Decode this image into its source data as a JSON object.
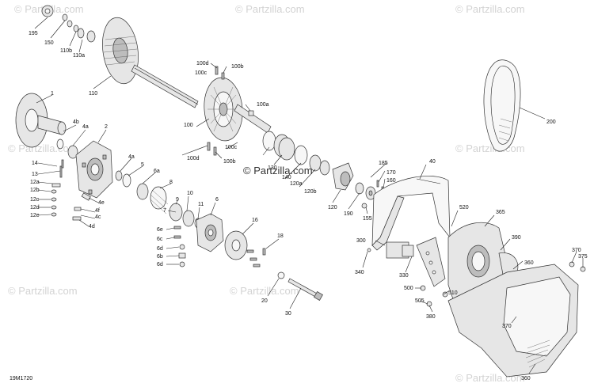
{
  "watermark": "© Partzilla.com",
  "watermark_center": "© Partzilla.com",
  "diagram_code": "19M1720",
  "callouts": [
    {
      "id": "195",
      "label": "195"
    },
    {
      "id": "150",
      "label": "150"
    },
    {
      "id": "110b",
      "label": "110b"
    },
    {
      "id": "110a",
      "label": "110a"
    },
    {
      "id": "110",
      "label": "110"
    },
    {
      "id": "100d-top",
      "label": "100d"
    },
    {
      "id": "100b-top",
      "label": "100b"
    },
    {
      "id": "100c-top",
      "label": "100c"
    },
    {
      "id": "100",
      "label": "100"
    },
    {
      "id": "100a",
      "label": "100a"
    },
    {
      "id": "100c-bot",
      "label": "100c"
    },
    {
      "id": "100d-bot",
      "label": "100d"
    },
    {
      "id": "100b-bot",
      "label": "100b"
    },
    {
      "id": "130",
      "label": "130"
    },
    {
      "id": "140",
      "label": "140"
    },
    {
      "id": "120a",
      "label": "120a"
    },
    {
      "id": "120b",
      "label": "120b"
    },
    {
      "id": "120",
      "label": "120"
    },
    {
      "id": "185",
      "label": "185"
    },
    {
      "id": "170",
      "label": "170"
    },
    {
      "id": "160",
      "label": "160"
    },
    {
      "id": "190",
      "label": "190"
    },
    {
      "id": "155",
      "label": "155"
    },
    {
      "id": "40",
      "label": "40"
    },
    {
      "id": "200",
      "label": "200"
    },
    {
      "id": "1",
      "label": "1"
    },
    {
      "id": "4b",
      "label": "4b"
    },
    {
      "id": "4a-top",
      "label": "4a"
    },
    {
      "id": "2",
      "label": "2"
    },
    {
      "id": "14",
      "label": "14"
    },
    {
      "id": "13",
      "label": "13"
    },
    {
      "id": "12a",
      "label": "12a"
    },
    {
      "id": "12b",
      "label": "12b"
    },
    {
      "id": "12c",
      "label": "12c"
    },
    {
      "id": "12d",
      "label": "12d"
    },
    {
      "id": "12e",
      "label": "12e"
    },
    {
      "id": "4e",
      "label": "4e"
    },
    {
      "id": "4f",
      "label": "4f"
    },
    {
      "id": "4c",
      "label": "4c"
    },
    {
      "id": "4d",
      "label": "4d"
    },
    {
      "id": "4a-mid",
      "label": "4a"
    },
    {
      "id": "5",
      "label": "5"
    },
    {
      "id": "6a",
      "label": "6a"
    },
    {
      "id": "8",
      "label": "8"
    },
    {
      "id": "9",
      "label": "9"
    },
    {
      "id": "10",
      "label": "10"
    },
    {
      "id": "7",
      "label": "7"
    },
    {
      "id": "11",
      "label": "11"
    },
    {
      "id": "6",
      "label": "6"
    },
    {
      "id": "6e",
      "label": "6e"
    },
    {
      "id": "6c",
      "label": "6c"
    },
    {
      "id": "6d-1",
      "label": "6d"
    },
    {
      "id": "6b",
      "label": "6b"
    },
    {
      "id": "6d-2",
      "label": "6d"
    },
    {
      "id": "16",
      "label": "16"
    },
    {
      "id": "18",
      "label": "18"
    },
    {
      "id": "20",
      "label": "20"
    },
    {
      "id": "30",
      "label": "30"
    },
    {
      "id": "520",
      "label": "520"
    },
    {
      "id": "365",
      "label": "365"
    },
    {
      "id": "300",
      "label": "300"
    },
    {
      "id": "390",
      "label": "390"
    },
    {
      "id": "370",
      "label": "370"
    },
    {
      "id": "375",
      "label": "375"
    },
    {
      "id": "340",
      "label": "340"
    },
    {
      "id": "330",
      "label": "330"
    },
    {
      "id": "360",
      "label": "360"
    },
    {
      "id": "500",
      "label": "500"
    },
    {
      "id": "510",
      "label": "510"
    },
    {
      "id": "505",
      "label": "505"
    },
    {
      "id": "380",
      "label": "380"
    },
    {
      "id": "370-bot",
      "label": "370"
    },
    {
      "id": "360-bot",
      "label": "360"
    }
  ]
}
